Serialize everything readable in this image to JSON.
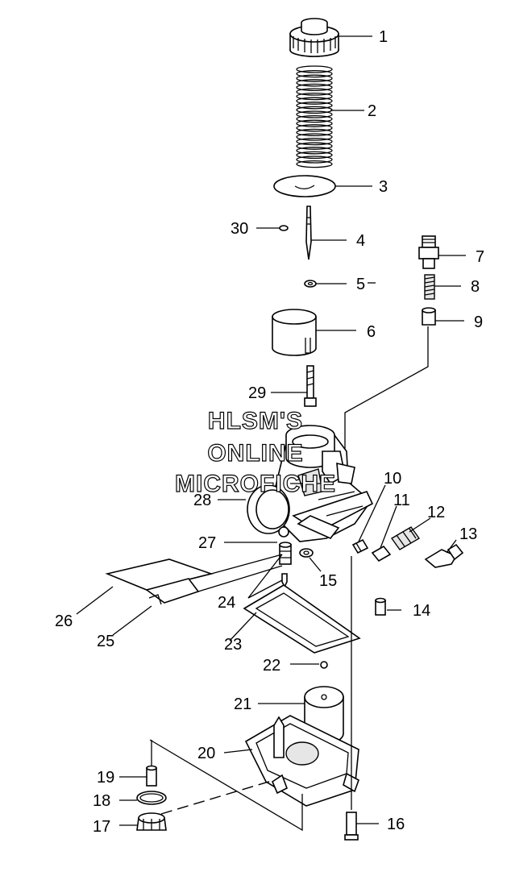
{
  "callouts": [
    "1",
    "2",
    "3",
    "4",
    "5",
    "6",
    "7",
    "8",
    "9",
    "10",
    "11",
    "12",
    "13",
    "14",
    "15",
    "16",
    "17",
    "18",
    "19",
    "20",
    "21",
    "22",
    "23",
    "24",
    "25",
    "26",
    "27",
    "28",
    "29",
    "30"
  ],
  "watermark": {
    "line1": "HLSM'S",
    "line2": "ONLINE",
    "line3": "MICROFICHE"
  },
  "colors": {
    "line": "#000000",
    "background": "#ffffff",
    "shade": "#e6e6e6"
  }
}
